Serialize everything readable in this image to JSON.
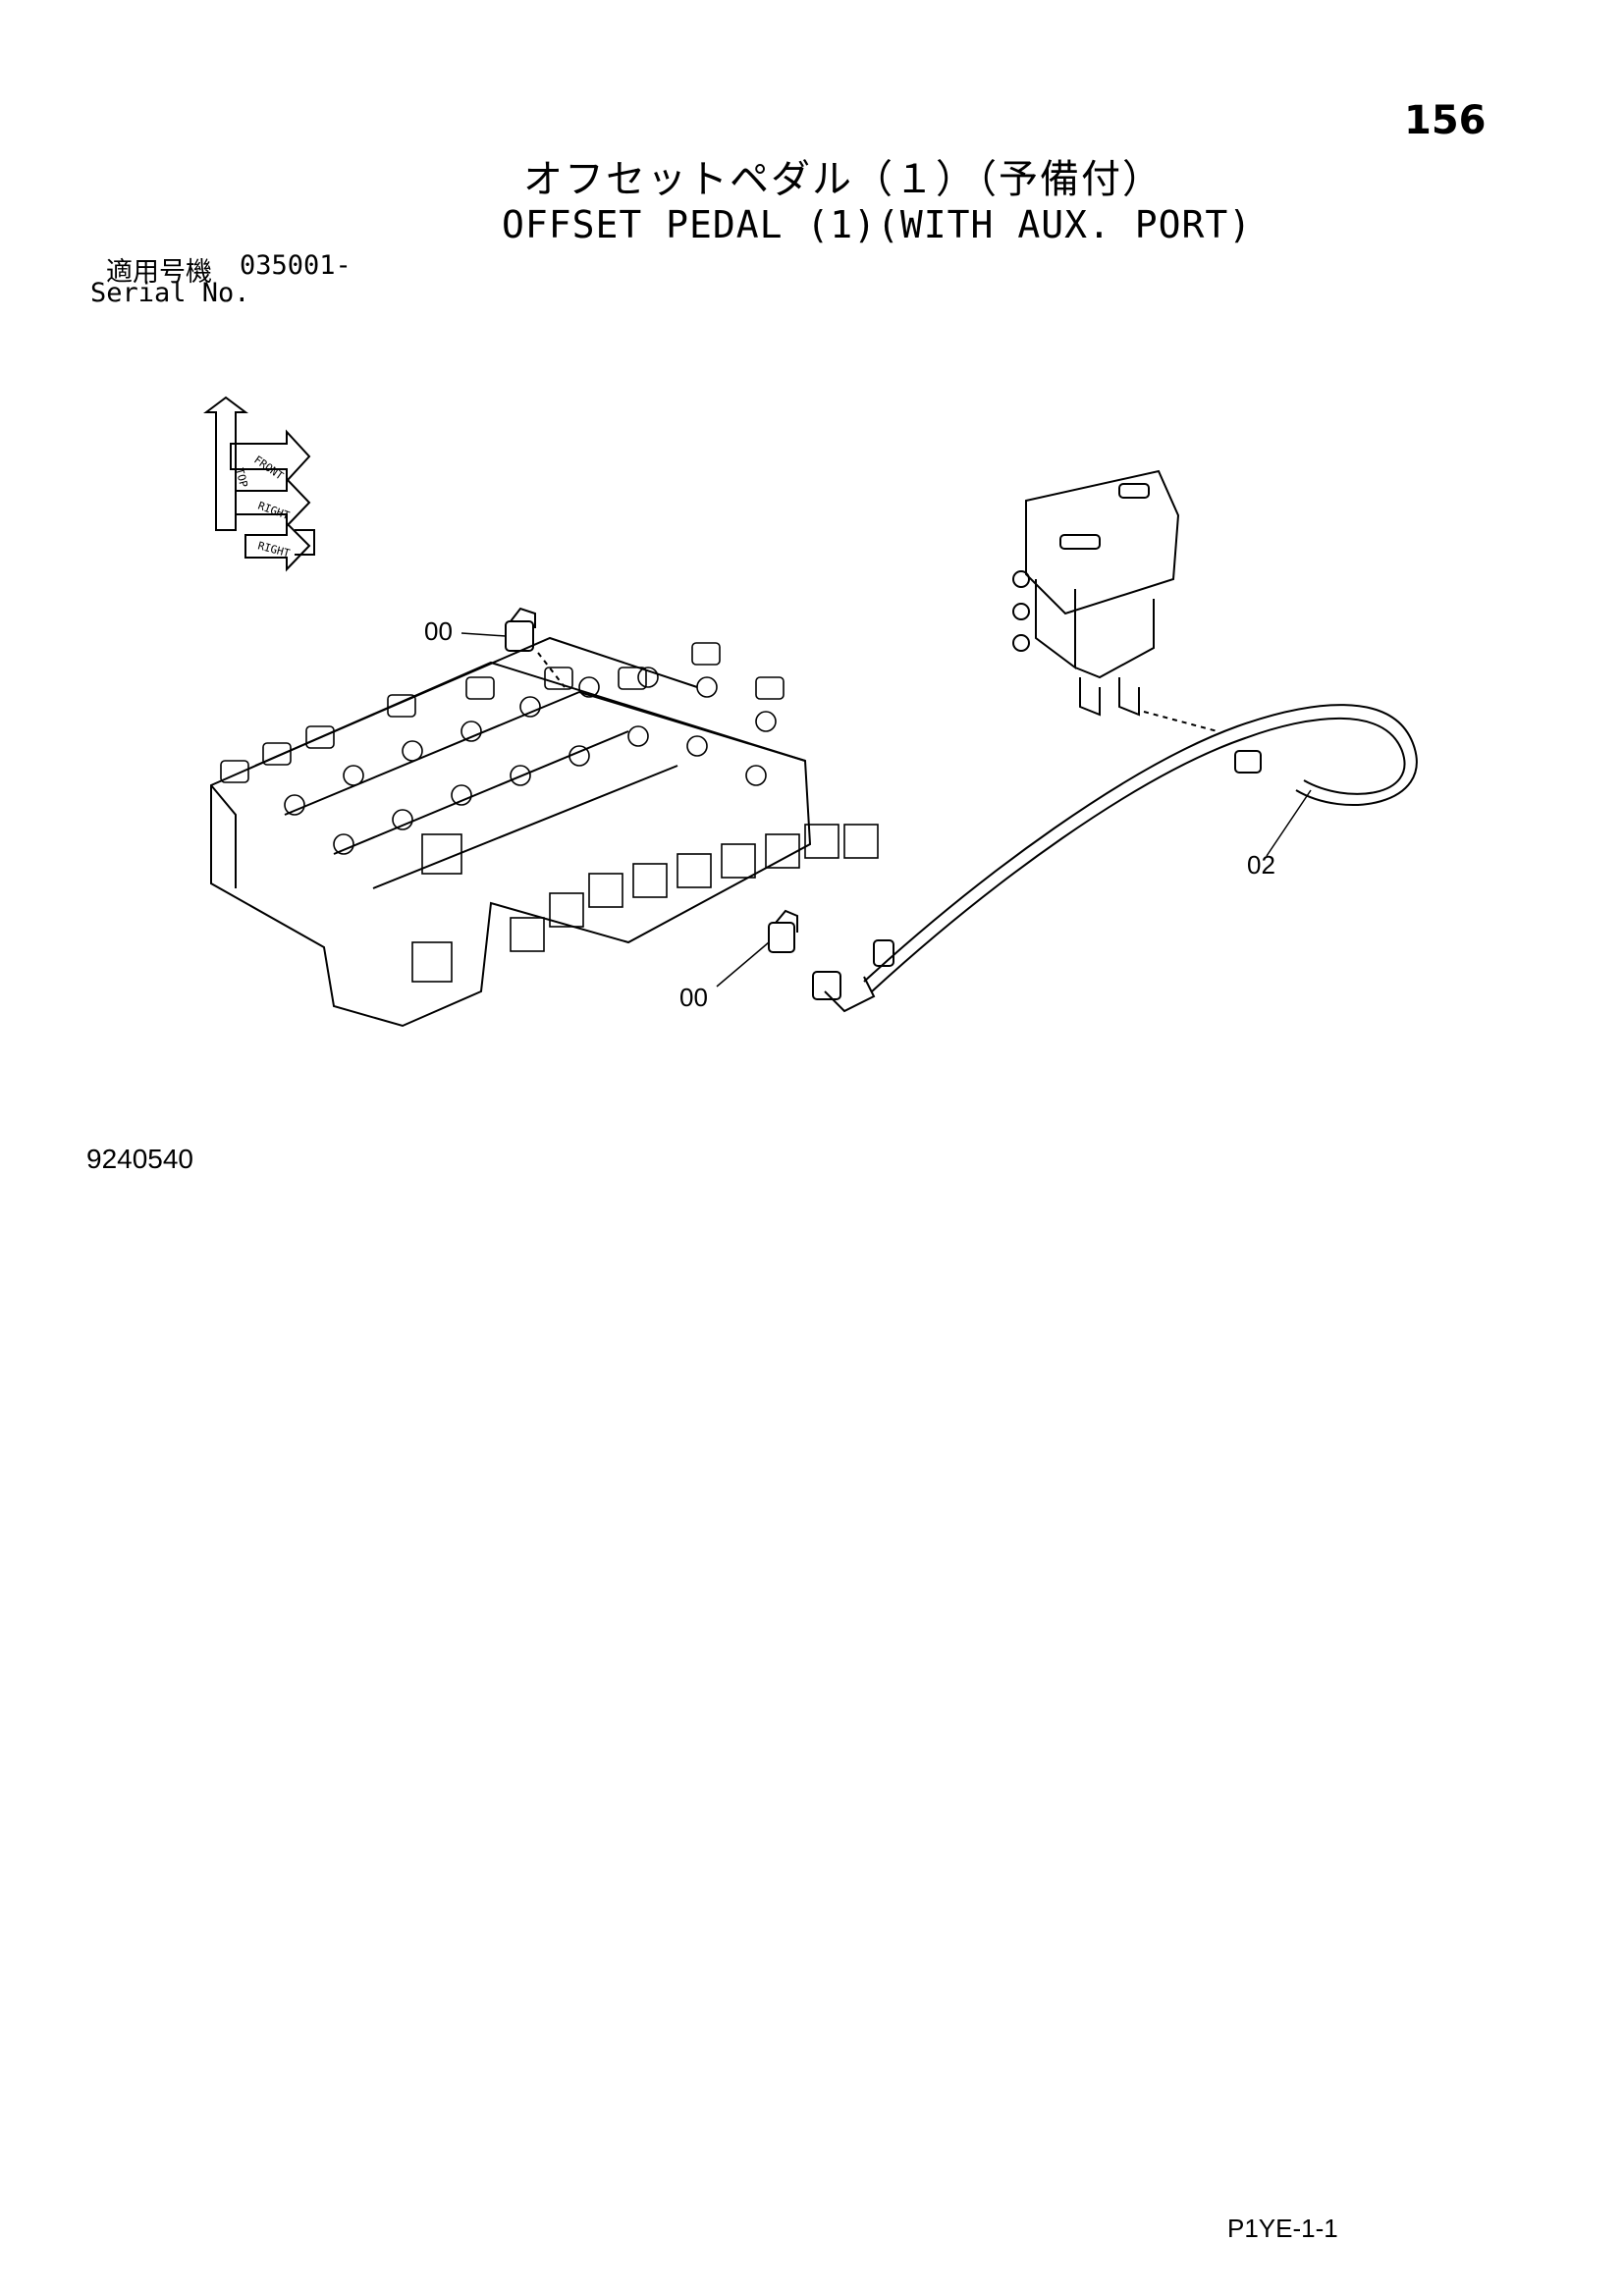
{
  "page_number": "156",
  "title_jp": "オフセットペダル（１）（予備付）",
  "title_en": "OFFSET PEDAL (1)(WITH AUX. PORT)",
  "serial": {
    "label_jp": "適用号機",
    "value": "035001-",
    "label_en": "Serial No."
  },
  "orientation_labels": [
    "TOP",
    "FRONT",
    "RIGHT",
    "RIGHT"
  ],
  "callouts": {
    "part_00_a": "00",
    "part_00_b": "00",
    "part_02": "02"
  },
  "drawing_number": "9240540",
  "footer_code": "P1YE-1-1"
}
